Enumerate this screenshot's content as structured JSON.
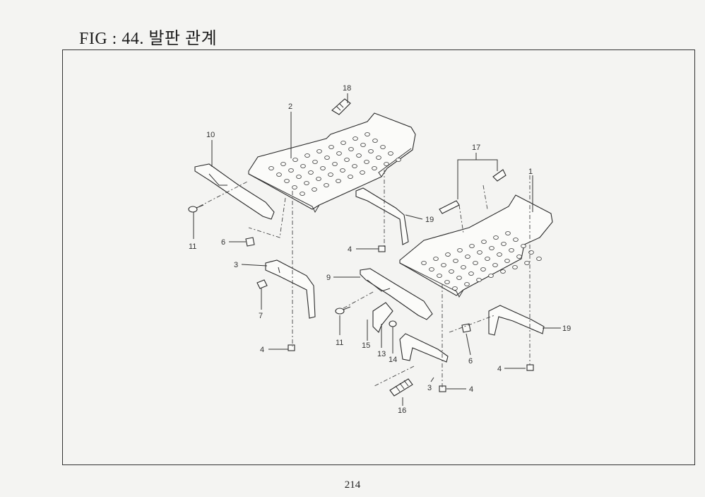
{
  "figure": {
    "title": "FIG : 44. 발판 관계"
  },
  "page_number": "214",
  "callouts": {
    "c1": "1",
    "c2": "2",
    "c3a": "3",
    "c3b": "3",
    "c4a": "4",
    "c4b": "4",
    "c4c": "4",
    "c4d": "4",
    "c6a": "6",
    "c6b": "6",
    "c7": "7",
    "c9": "9",
    "c10": "10",
    "c11a": "11",
    "c11b": "11",
    "c13": "13",
    "c14": "14",
    "c15": "15",
    "c16": "16",
    "c17": "17",
    "c18": "18",
    "c19a": "19",
    "c19b": "19"
  }
}
